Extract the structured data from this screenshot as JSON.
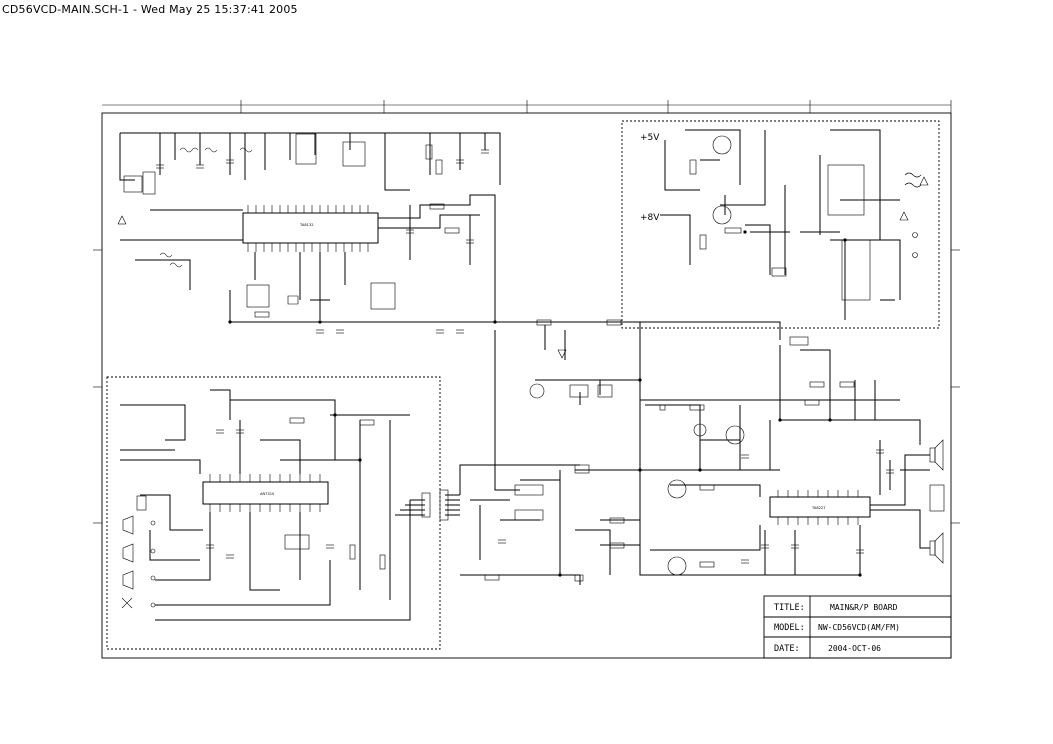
{
  "header": {
    "text": "CD56VCD-MAIN.SCH-1 -  Wed May 25 15:37:41 2005"
  },
  "power_section": {
    "rail_5v": "+5V",
    "rail_8v": "+8V"
  },
  "ic_labels": {
    "tuner_ic": "TA8132",
    "input_ic": "AN7310",
    "amp_ic": "TA8227"
  },
  "title_block": {
    "title_label": "TITLE:",
    "title_value": "MAIN&R/P BOARD",
    "model_label": "MODEL:",
    "model_value": "NW-CD56VCD(AM/FM)",
    "date_label": "DATE:",
    "date_value": "2004-OCT-06"
  }
}
